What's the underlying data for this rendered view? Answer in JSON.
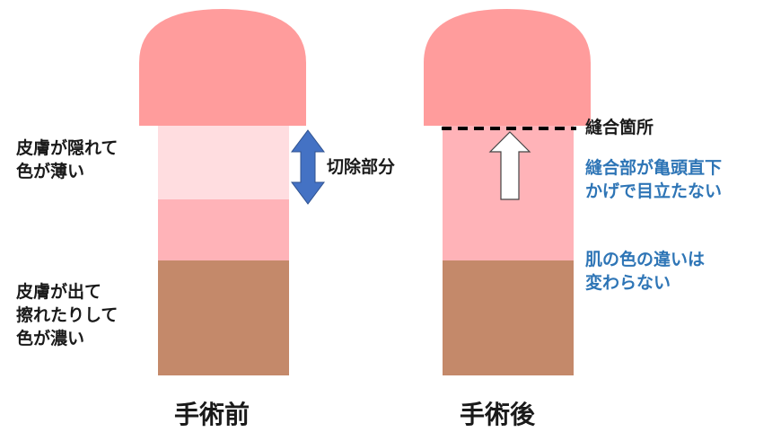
{
  "colors": {
    "glans": "#ff9c9c",
    "light_skin": "#ffdde0",
    "pink_skin": "#ffb3b8",
    "brown_skin": "#c4896a",
    "arrow_blue": "#4472c4",
    "text_blue": "#2e75b6"
  },
  "before": {
    "caption": "手術前",
    "label_hidden_line1": "皮膚が隠れて",
    "label_hidden_line2": "色が薄い",
    "label_exposed_line1": "皮膚が出て",
    "label_exposed_line2": "擦れたりして",
    "label_exposed_line3": "色が濃い",
    "cut_label": "切除部分",
    "cut_arrow_icon": "double-arrow-vertical"
  },
  "after": {
    "caption": "手術後",
    "suture_label": "縫合箇所",
    "note1_line1": "縫合部が亀頭直下",
    "note1_line2": "かげで目立たない",
    "note2_line1": "肌の色の違いは",
    "note2_line2": "変わらない",
    "up_arrow_icon": "hollow-arrow-up"
  }
}
